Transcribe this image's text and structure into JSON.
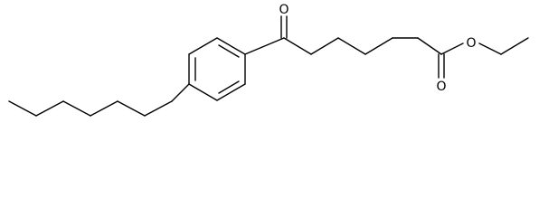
{
  "molecule": {
    "atoms": {
      "ketone_oxygen": "O",
      "ester_ether_oxygen": "O",
      "ester_carbonyl_oxygen": "O"
    }
  },
  "colors": {
    "background": "#ffffff",
    "bond": "#000000",
    "label": "#000000"
  }
}
